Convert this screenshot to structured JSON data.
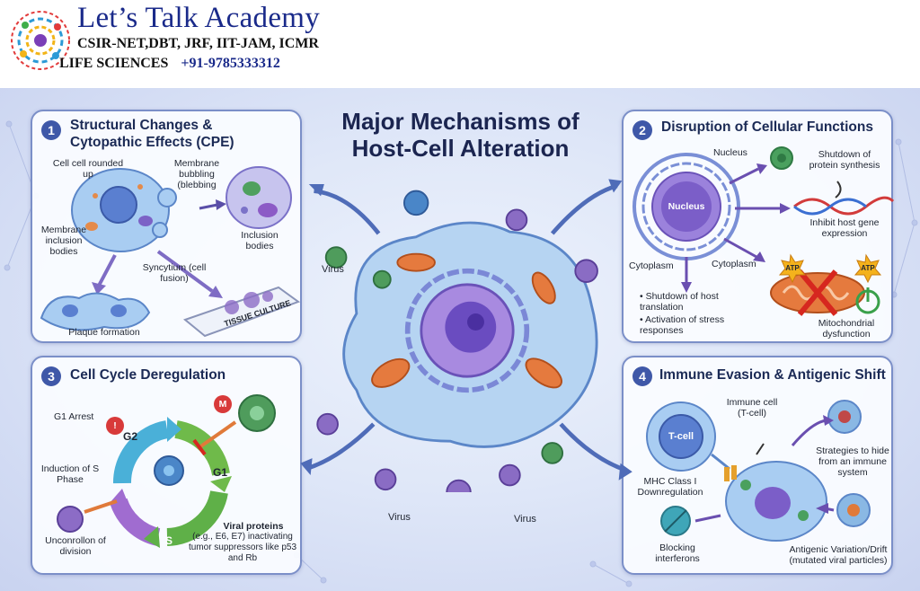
{
  "header": {
    "academy_name": "Let’s Talk Academy",
    "exams": "CSIR-NET,DBT, JRF, IIT-JAM, ICMR",
    "subject": "LIFE SCIENCES",
    "phone": "+91-9785333312"
  },
  "main_title": "Major Mechanisms of Host-Cell Alteration",
  "center": {
    "virus_labels": [
      "Virus",
      "Virus",
      "Virus"
    ]
  },
  "panels": [
    {
      "number": "1",
      "title": "Structural Changes & Cytopathic Effects (CPE)",
      "labels": {
        "cell_rounded": "Cell cell rounded up",
        "membrane_bubbling": "Membrane bubbling (blebbing",
        "membrane_inclusion": "Membrane inclusion bodies",
        "inclusion_bodies": "Inclusion bodies",
        "syncytium": "Syncytium (cell fusion)",
        "plaque": "Plaque formation",
        "tissue_culture": "TISSUE CULTURE"
      }
    },
    {
      "number": "2",
      "title": "Disruption of Cellular Functions",
      "labels": {
        "nucleus_top": "Nucleus",
        "nucleus_inner": "Nucleus",
        "shutdown_synthesis": "Shutdown of protein synthesis",
        "inhibit_expression": "Inhibit host gene expression",
        "cytoplasm_left": "Cytoplasm",
        "cytoplasm_right": "Cytoplasm",
        "bullet_1": "Shutdown of host translation",
        "bullet_2": "Activation of stress responses",
        "atp": "ATP",
        "mito_dysfunction": "Mitochondrial dysfunction"
      }
    },
    {
      "number": "3",
      "title": "Cell Cycle Deregulation",
      "labels": {
        "g1_arrest": "G1 Arrest",
        "g2": "G2",
        "g1": "G1",
        "s": "S",
        "m": "M",
        "alert": "!",
        "induction": "Induction of S Phase",
        "uncontrolled": "Unconrollon of division",
        "viral_proteins_title": "Viral proteins",
        "viral_proteins_desc": "(e.g., E6, E7) inactivating tumor suppressors like p53 and Rb"
      }
    },
    {
      "number": "4",
      "title": "Immune Evasion & Antigenic Shift",
      "labels": {
        "tcell": "T-cell",
        "immune_cell": "Immune cell (T-cell)",
        "strategies": "Strategies to hide from an immune system",
        "mhc": "MHC Class I Downregulation",
        "blocking": "Blocking interferons",
        "antigenic_variation": "Antigenic Variation/Drift",
        "mutated": "(mutated viral particles)"
      }
    }
  ],
  "virus_side_label": "Virus",
  "colors": {
    "title": "#1b2550",
    "panel_border": "#7b8fc8",
    "number_badge": "#3f58a8",
    "cell_blue": "#9cc3ee",
    "nucleus_purple": "#7a5cc8",
    "virus_green": "#3f9a5c",
    "virus_purple": "#8a6cc4",
    "mito_orange": "#e27a3b",
    "alert_red": "#d83a3a"
  }
}
